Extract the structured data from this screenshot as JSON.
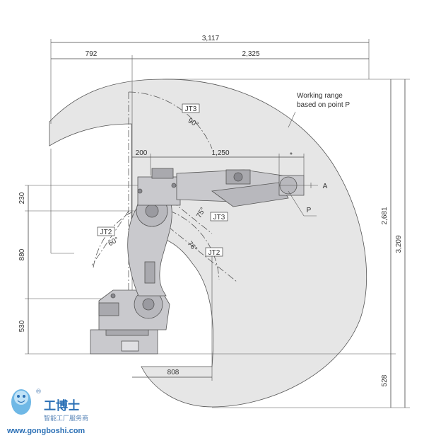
{
  "dimensions": {
    "overall_width": "3,117",
    "left_reach": "792",
    "right_reach": "2,325",
    "arm_offset": "200",
    "arm_length": "1,250",
    "star": "*",
    "h_230": "230",
    "h_880": "880",
    "h_530": "530",
    "base_reach": "808",
    "upper_height": "2,681",
    "total_height": "3,209",
    "lower_depth": "528"
  },
  "joints": {
    "jt3_top": "JT3",
    "jt3_top_angle": "90°",
    "jt3_mid": "JT3",
    "jt3_mid_angle": "75°",
    "jt2_left": "JT2",
    "jt2_left_angle": "60°",
    "jt2_right": "JT2",
    "jt2_right_angle": "76°"
  },
  "annotations": {
    "working_range_line1": "Working range",
    "working_range_line2": "based on point P",
    "point_a": "A",
    "point_p": "P"
  },
  "watermark": {
    "name": "工博士",
    "subtitle": "智能工厂服务商",
    "url": "www.gongboshi.com",
    "registered": "®"
  },
  "colors": {
    "range_fill": "#e6e6e6",
    "robot_fill": "#c9c9cd",
    "robot_dark": "#8a8a90",
    "watermark_blue": "#2a6fb5"
  }
}
